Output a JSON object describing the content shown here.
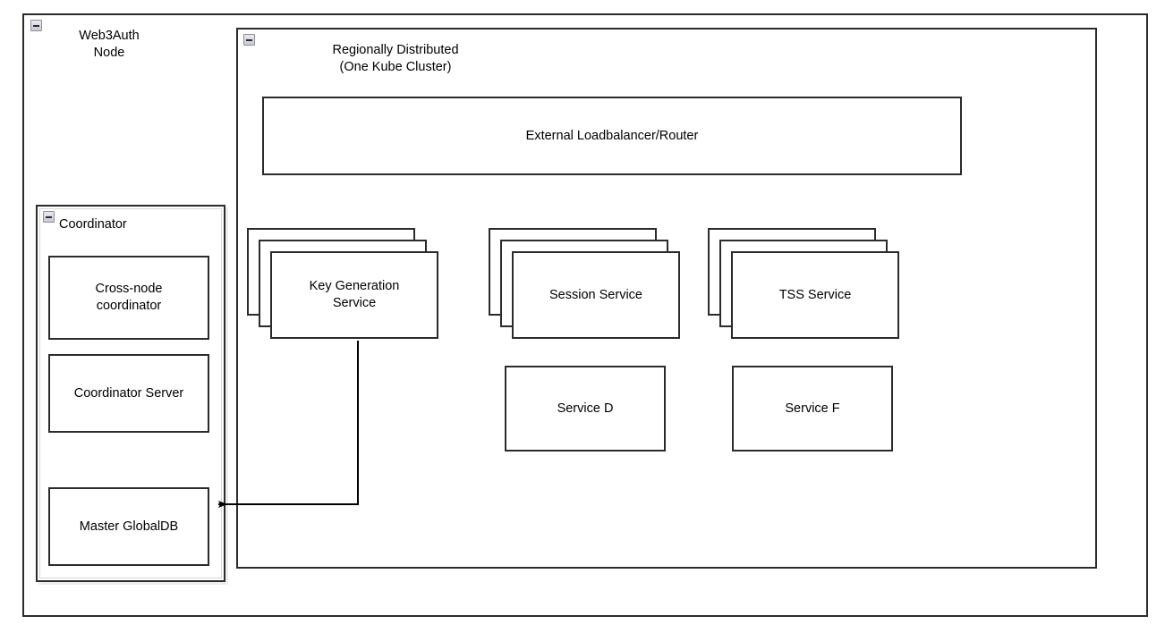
{
  "diagram": {
    "title_hint": "Web3Auth Node architecture",
    "stroke_color": "#2b2b2b",
    "background_color": "#ffffff"
  },
  "groups": {
    "web3auth_node": {
      "label": "Web3Auth\nNode",
      "collapse_icon": "minus-collapse-icon"
    },
    "kube_cluster": {
      "label": "Regionally Distributed\n(One Kube Cluster)",
      "collapse_icon": "minus-collapse-icon"
    },
    "coordinator": {
      "label": "Coordinator",
      "collapse_icon": "minus-collapse-icon"
    }
  },
  "nodes": {
    "external_loadbalancer": {
      "label": "External Loadbalancer/Router"
    },
    "cross_node_coordinator": {
      "label": "Cross-node\ncoordinator"
    },
    "coordinator_server": {
      "label": "Coordinator Server"
    },
    "master_globaldb": {
      "label": "Master GlobalDB"
    },
    "key_generation_service": {
      "label": "Key Generation\nService",
      "instances": 3
    },
    "session_service": {
      "label": "Session Service",
      "instances": 3
    },
    "tss_service": {
      "label": "TSS Service",
      "instances": 3
    },
    "service_d": {
      "label": "Service D"
    },
    "service_f": {
      "label": "Service F"
    }
  },
  "connectors": [
    {
      "name": "key-generation-service-to-master-globaldb",
      "from": "key_generation_service",
      "to": "master_globaldb",
      "arrowhead": "target"
    }
  ]
}
